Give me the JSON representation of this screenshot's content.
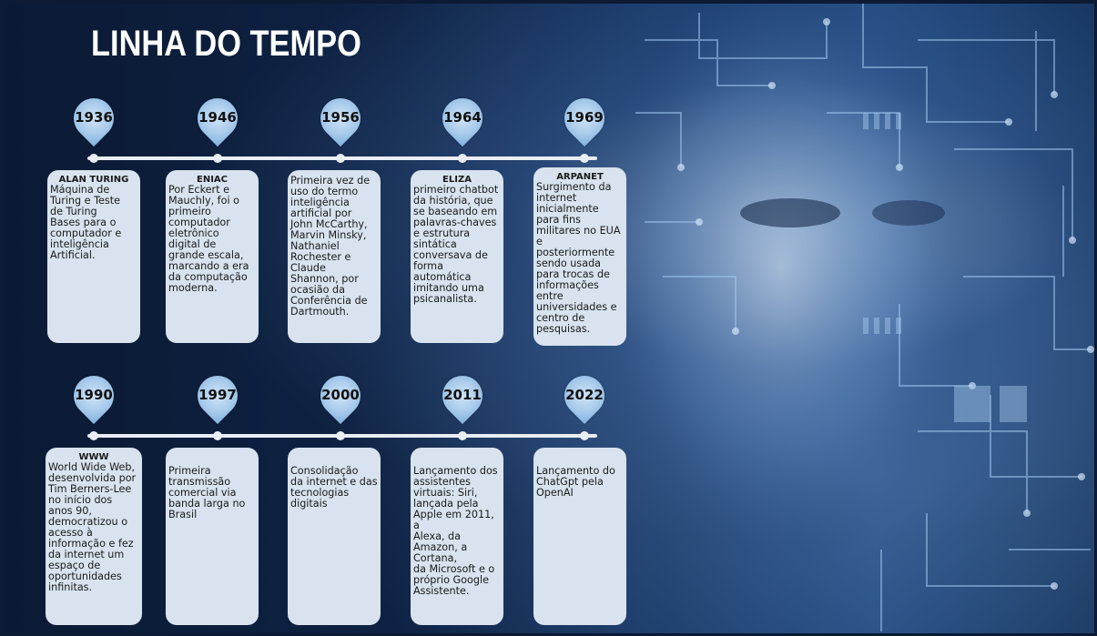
{
  "title": "LINHA DO TEMPO",
  "colors": {
    "background": "#0e2243",
    "card": "#d8e3ef",
    "line": "#e9eef5",
    "pin": "#a9cbeb",
    "title": "#ffffff"
  },
  "icons": {
    "pin": "map-pin-icon"
  },
  "row1": [
    {
      "year": "1936",
      "heading": "ALAN TURING",
      "text": "Máquina de\nTuring e Teste\nde Turing\nBases para o\ncomputador e\ninteligência\nArtificial."
    },
    {
      "year": "1946",
      "heading": "ENIAC",
      "text": "Por Eckert e\nMauchly, foi o\nprimeiro\ncomputador\neletrônico\ndigital de\ngrande escala,\nmarcando a era\nda computação\nmoderna."
    },
    {
      "year": "1956",
      "heading": "",
      "text": "Primeira vez de\nuso do termo\ninteligência\nartificial por\nJohn McCarthy,\nMarvin Minsky,\nNathaniel\nRochester e\nClaude\nShannon, por\nocasião da\nConferência de\nDartmouth."
    },
    {
      "year": "1964",
      "heading": "ELIZA",
      "text": "primeiro chatbot\nda história, que\nse baseando em\npalavras-chaves\ne estrutura\nsintática\nconversava de\nforma\nautomática\nimitando uma\npsicanalista."
    },
    {
      "year": "1969",
      "heading": "ARPANET",
      "text": "Surgimento da\ninternet\ninicialmente\npara fins\nmilitares no EUA\ne posteriormente\nsendo usada\npara trocas de\ninformações\nentre\nuniversidades e\ncentro de\npesquisas."
    }
  ],
  "row2": [
    {
      "year": "1990",
      "heading": "WWW",
      "text": "World Wide Web,\ndesenvolvida por\nTim Berners-Lee\nno início dos\nanos 90,\ndemocratizou o\nacesso à\ninformação e fez\nda internet um\nespaço de\noportunidades\ninfinitas."
    },
    {
      "year": "1997",
      "heading": "",
      "text": "Primeira\ntransmissão\ncomercial via\nbanda larga no\nBrasil"
    },
    {
      "year": "2000",
      "heading": "",
      "text": "Consolidação\nda internet e das\ntecnologias\ndigitais"
    },
    {
      "year": "2011",
      "heading": "",
      "text": "Lançamento dos\nassistentes\nvirtuais: Siri,\nlançada pela\nApple em 2011, a\nAlexa, da\nAmazon, a\nCortana,\nda Microsoft e o\npróprio Google\nAssistente."
    },
    {
      "year": "2022",
      "heading": "",
      "text": "Lançamento do\nChatGpt pela\nOpenAI"
    }
  ]
}
